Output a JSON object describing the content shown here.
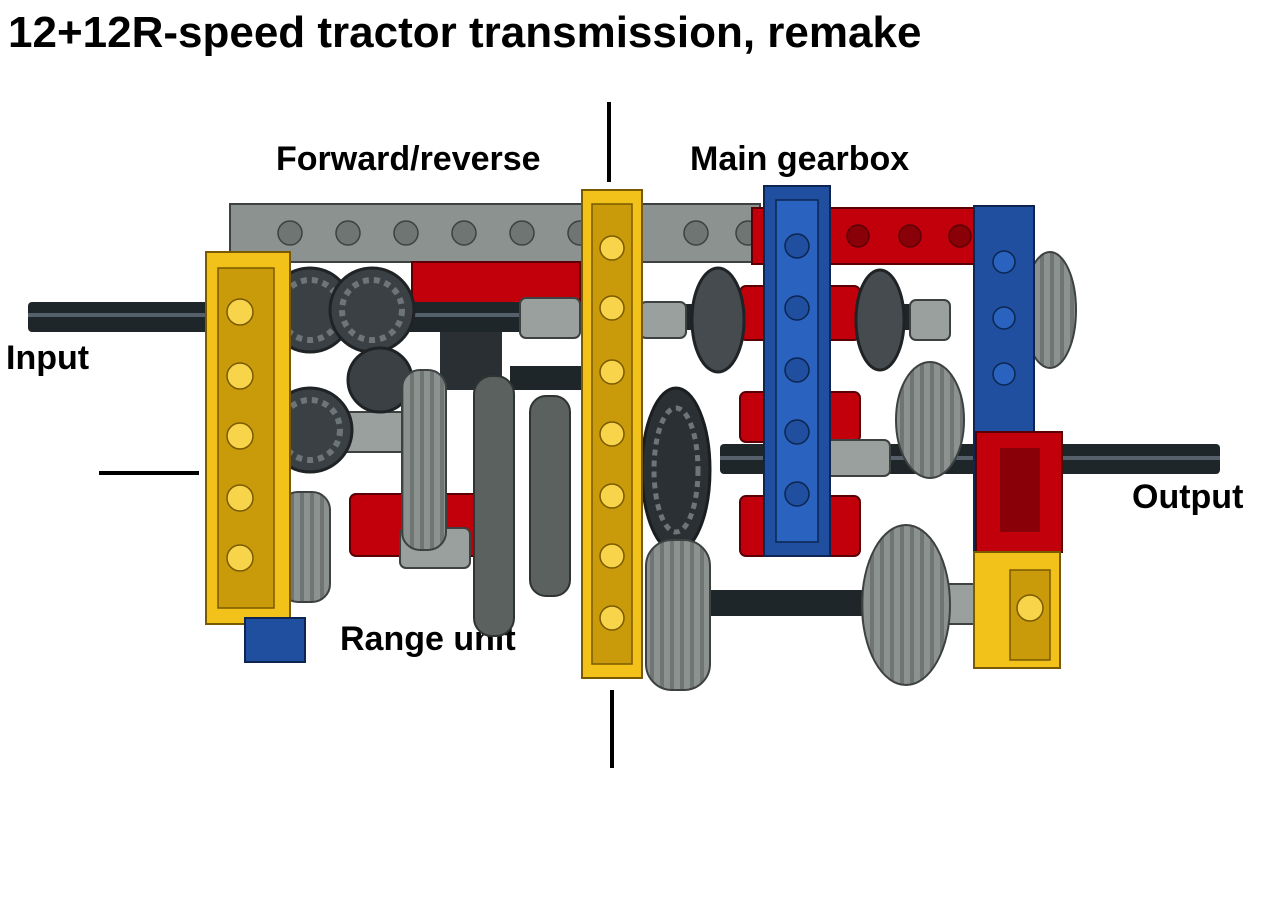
{
  "title": "12+12R-speed tractor transmission, remake",
  "labels": {
    "forward_reverse": "Forward/reverse",
    "main_gearbox": "Main gearbox",
    "input": "Input",
    "output": "Output",
    "range_unit": "Range unit"
  },
  "colors": {
    "yellow": "#f2c21a",
    "blue": "#1f4f9e",
    "red": "#c2000b",
    "light_gray": "#8c928f",
    "dark_gray": "#555a58",
    "axle": "#1f262a"
  }
}
